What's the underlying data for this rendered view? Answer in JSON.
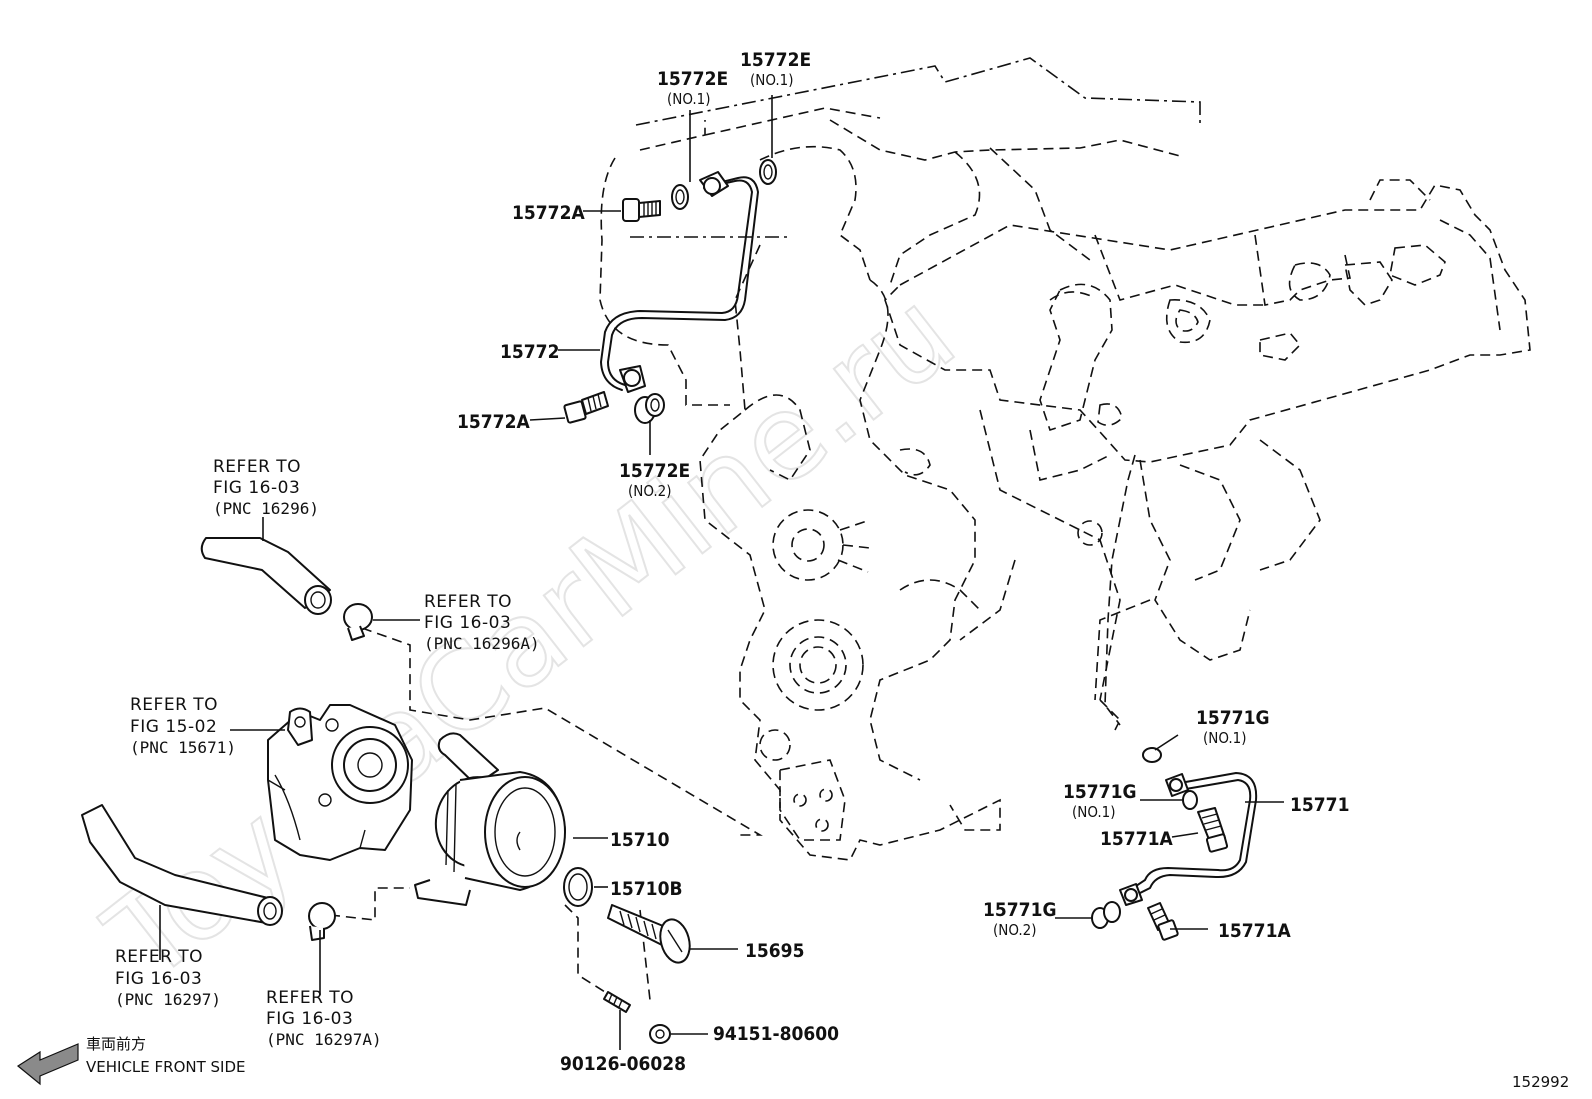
{
  "watermark": "ToyotaCarMine.ru",
  "diagram_number": "152992",
  "front_indicator": {
    "jp": "車両前方",
    "en": "VEHICLE FRONT SIDE"
  },
  "part_labels": {
    "p15772E_top_a": {
      "code": "15772E",
      "sub": "(NO.1)"
    },
    "p15772E_top_b": {
      "code": "15772E",
      "sub": "(NO.1)"
    },
    "p15772A_top": {
      "code": "15772A"
    },
    "p15772": {
      "code": "15772"
    },
    "p15772A_bot": {
      "code": "15772A"
    },
    "p15772E_bot": {
      "code": "15772E",
      "sub": "(NO.2)"
    },
    "p15710": {
      "code": "15710"
    },
    "p15710B": {
      "code": "15710B"
    },
    "p15695": {
      "code": "15695"
    },
    "p94151": {
      "code": "94151-80600"
    },
    "p90126": {
      "code": "90126-06028"
    },
    "p15771G_a": {
      "code": "15771G",
      "sub": "(NO.1)"
    },
    "p15771G_b": {
      "code": "15771G",
      "sub": "(NO.1)"
    },
    "p15771": {
      "code": "15771"
    },
    "p15771A_a": {
      "code": "15771A"
    },
    "p15771G_c": {
      "code": "15771G",
      "sub": "(NO.2)"
    },
    "p15771A_b": {
      "code": "15771A"
    }
  },
  "references": {
    "ref_16296": {
      "l1": "REFER TO",
      "l2": "FIG 16-03",
      "l3": "(PNC 16296)"
    },
    "ref_16296A": {
      "l1": "REFER TO",
      "l2": "FIG 16-03",
      "l3": "(PNC 16296A)"
    },
    "ref_15671": {
      "l1": "REFER TO",
      "l2": "FIG 15-02",
      "l3": "(PNC 15671)"
    },
    "ref_16297": {
      "l1": "REFER TO",
      "l2": "FIG 16-03",
      "l3": "(PNC 16297)"
    },
    "ref_16297A": {
      "l1": "REFER TO",
      "l2": "FIG 16-03",
      "l3": "(PNC 16297A)"
    }
  }
}
